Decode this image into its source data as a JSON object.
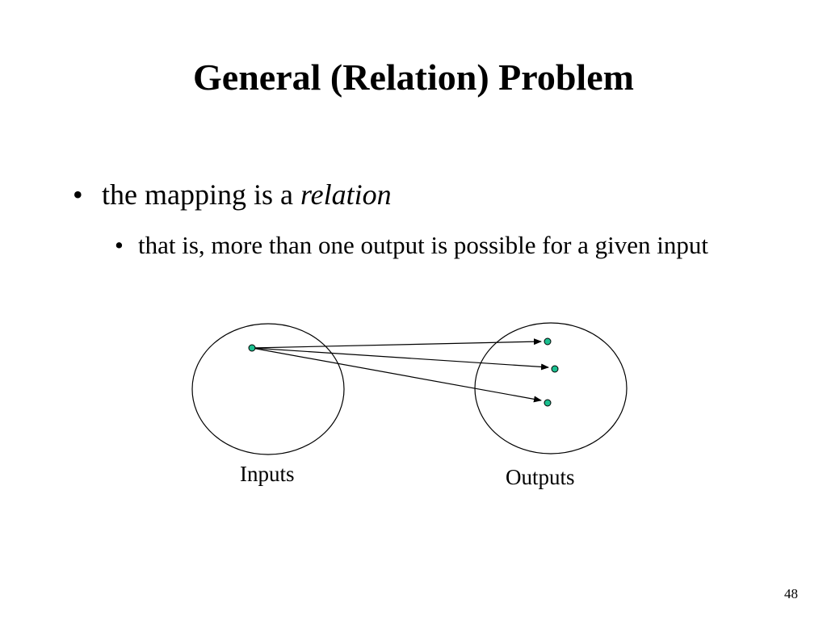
{
  "slide": {
    "title": "General (Relation) Problem",
    "bullets": [
      {
        "text_prefix": "the mapping is a ",
        "text_emphasis": "relation",
        "sub_bullets": [
          {
            "text": "that is, more than one output is possible for a given input"
          }
        ]
      }
    ],
    "page_number": "48"
  },
  "diagram": {
    "input_set_label": "Inputs",
    "output_set_label": "Outputs",
    "point_color": "#1bbf8f",
    "inputs": [
      {
        "id": "in1"
      }
    ],
    "outputs": [
      {
        "id": "out1"
      },
      {
        "id": "out2"
      },
      {
        "id": "out3"
      }
    ],
    "mappings": [
      {
        "from": "in1",
        "to": "out1"
      },
      {
        "from": "in1",
        "to": "out2"
      },
      {
        "from": "in1",
        "to": "out3"
      }
    ]
  }
}
